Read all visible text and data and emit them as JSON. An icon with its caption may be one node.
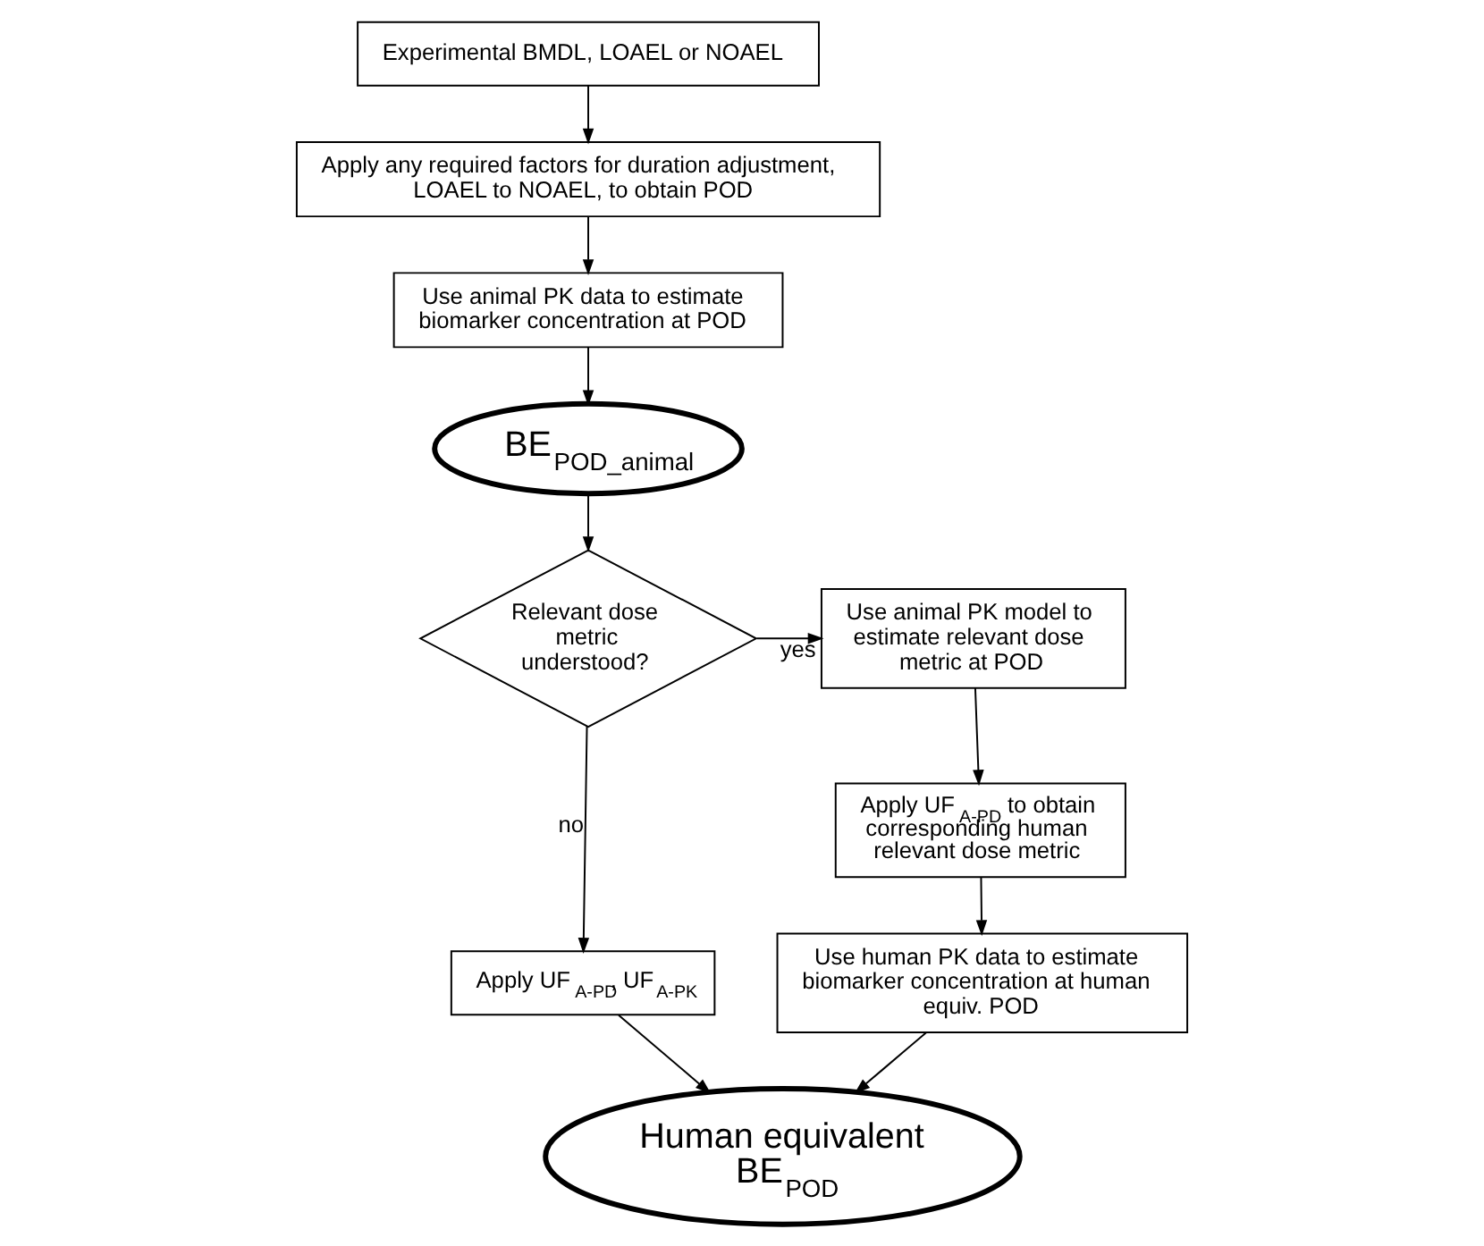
{
  "diagram": {
    "nodes": [
      {
        "text": [
          "Experimental BMDL, LOAEL or NOAEL"
        ]
      },
      {
        "text": [
          "Apply any required factors for duration adjustment, LOAEL to NOAEL, to obtain POD"
        ]
      },
      {
        "text": [
          "Use animal PK data to estimate biomarker concentration at POD"
        ]
      },
      {
        "text": [
          "BE$_{POD_animal}$"
        ]
      },
      {
        "text": [
          "Relevant dose metric understood?"
        ]
      },
      {
        "text": [
          "Use animal PK model to estimate relevant dose metric at POD"
        ]
      },
      {
        "text": [
          "Apply UF$_{A-PD}$ to obtain corresponding human relevant dose metric"
        ]
      },
      {
        "text": [
          "Apply UF$_{A-PD}$, UF$_{A-PK}$"
        ]
      },
      {
        "text": [
          "Use human PK data to estimate biomarker concentration at human equiv. POD"
        ]
      },
      {
        "text": [
          "Human equivalent BE$_{POD}$"
        ]
      }
    ],
    "edges": [
      {
        "from": 0,
        "to": 1,
        "arrow": "to"
      },
      {
        "from": 1,
        "to": 2,
        "arrow": "to"
      },
      {
        "from": 2,
        "to": 3,
        "arrow": "to"
      },
      {
        "from": 3,
        "to": 4,
        "arrow": "to"
      },
      {
        "from": 4,
        "to": 7,
        "label": "no",
        "arrow": "to"
      },
      {
        "from": 4,
        "to": 5,
        "label": "yes",
        "arrow": "to"
      },
      {
        "from": 5,
        "to": 6,
        "arrow": "to"
      },
      {
        "from": 6,
        "to": 8,
        "arrow": "to"
      },
      {
        "from": 7,
        "to": 9,
        "arrow": "to"
      },
      {
        "from": 8,
        "to": 9,
        "arrow": "to"
      }
    ]
  }
}
